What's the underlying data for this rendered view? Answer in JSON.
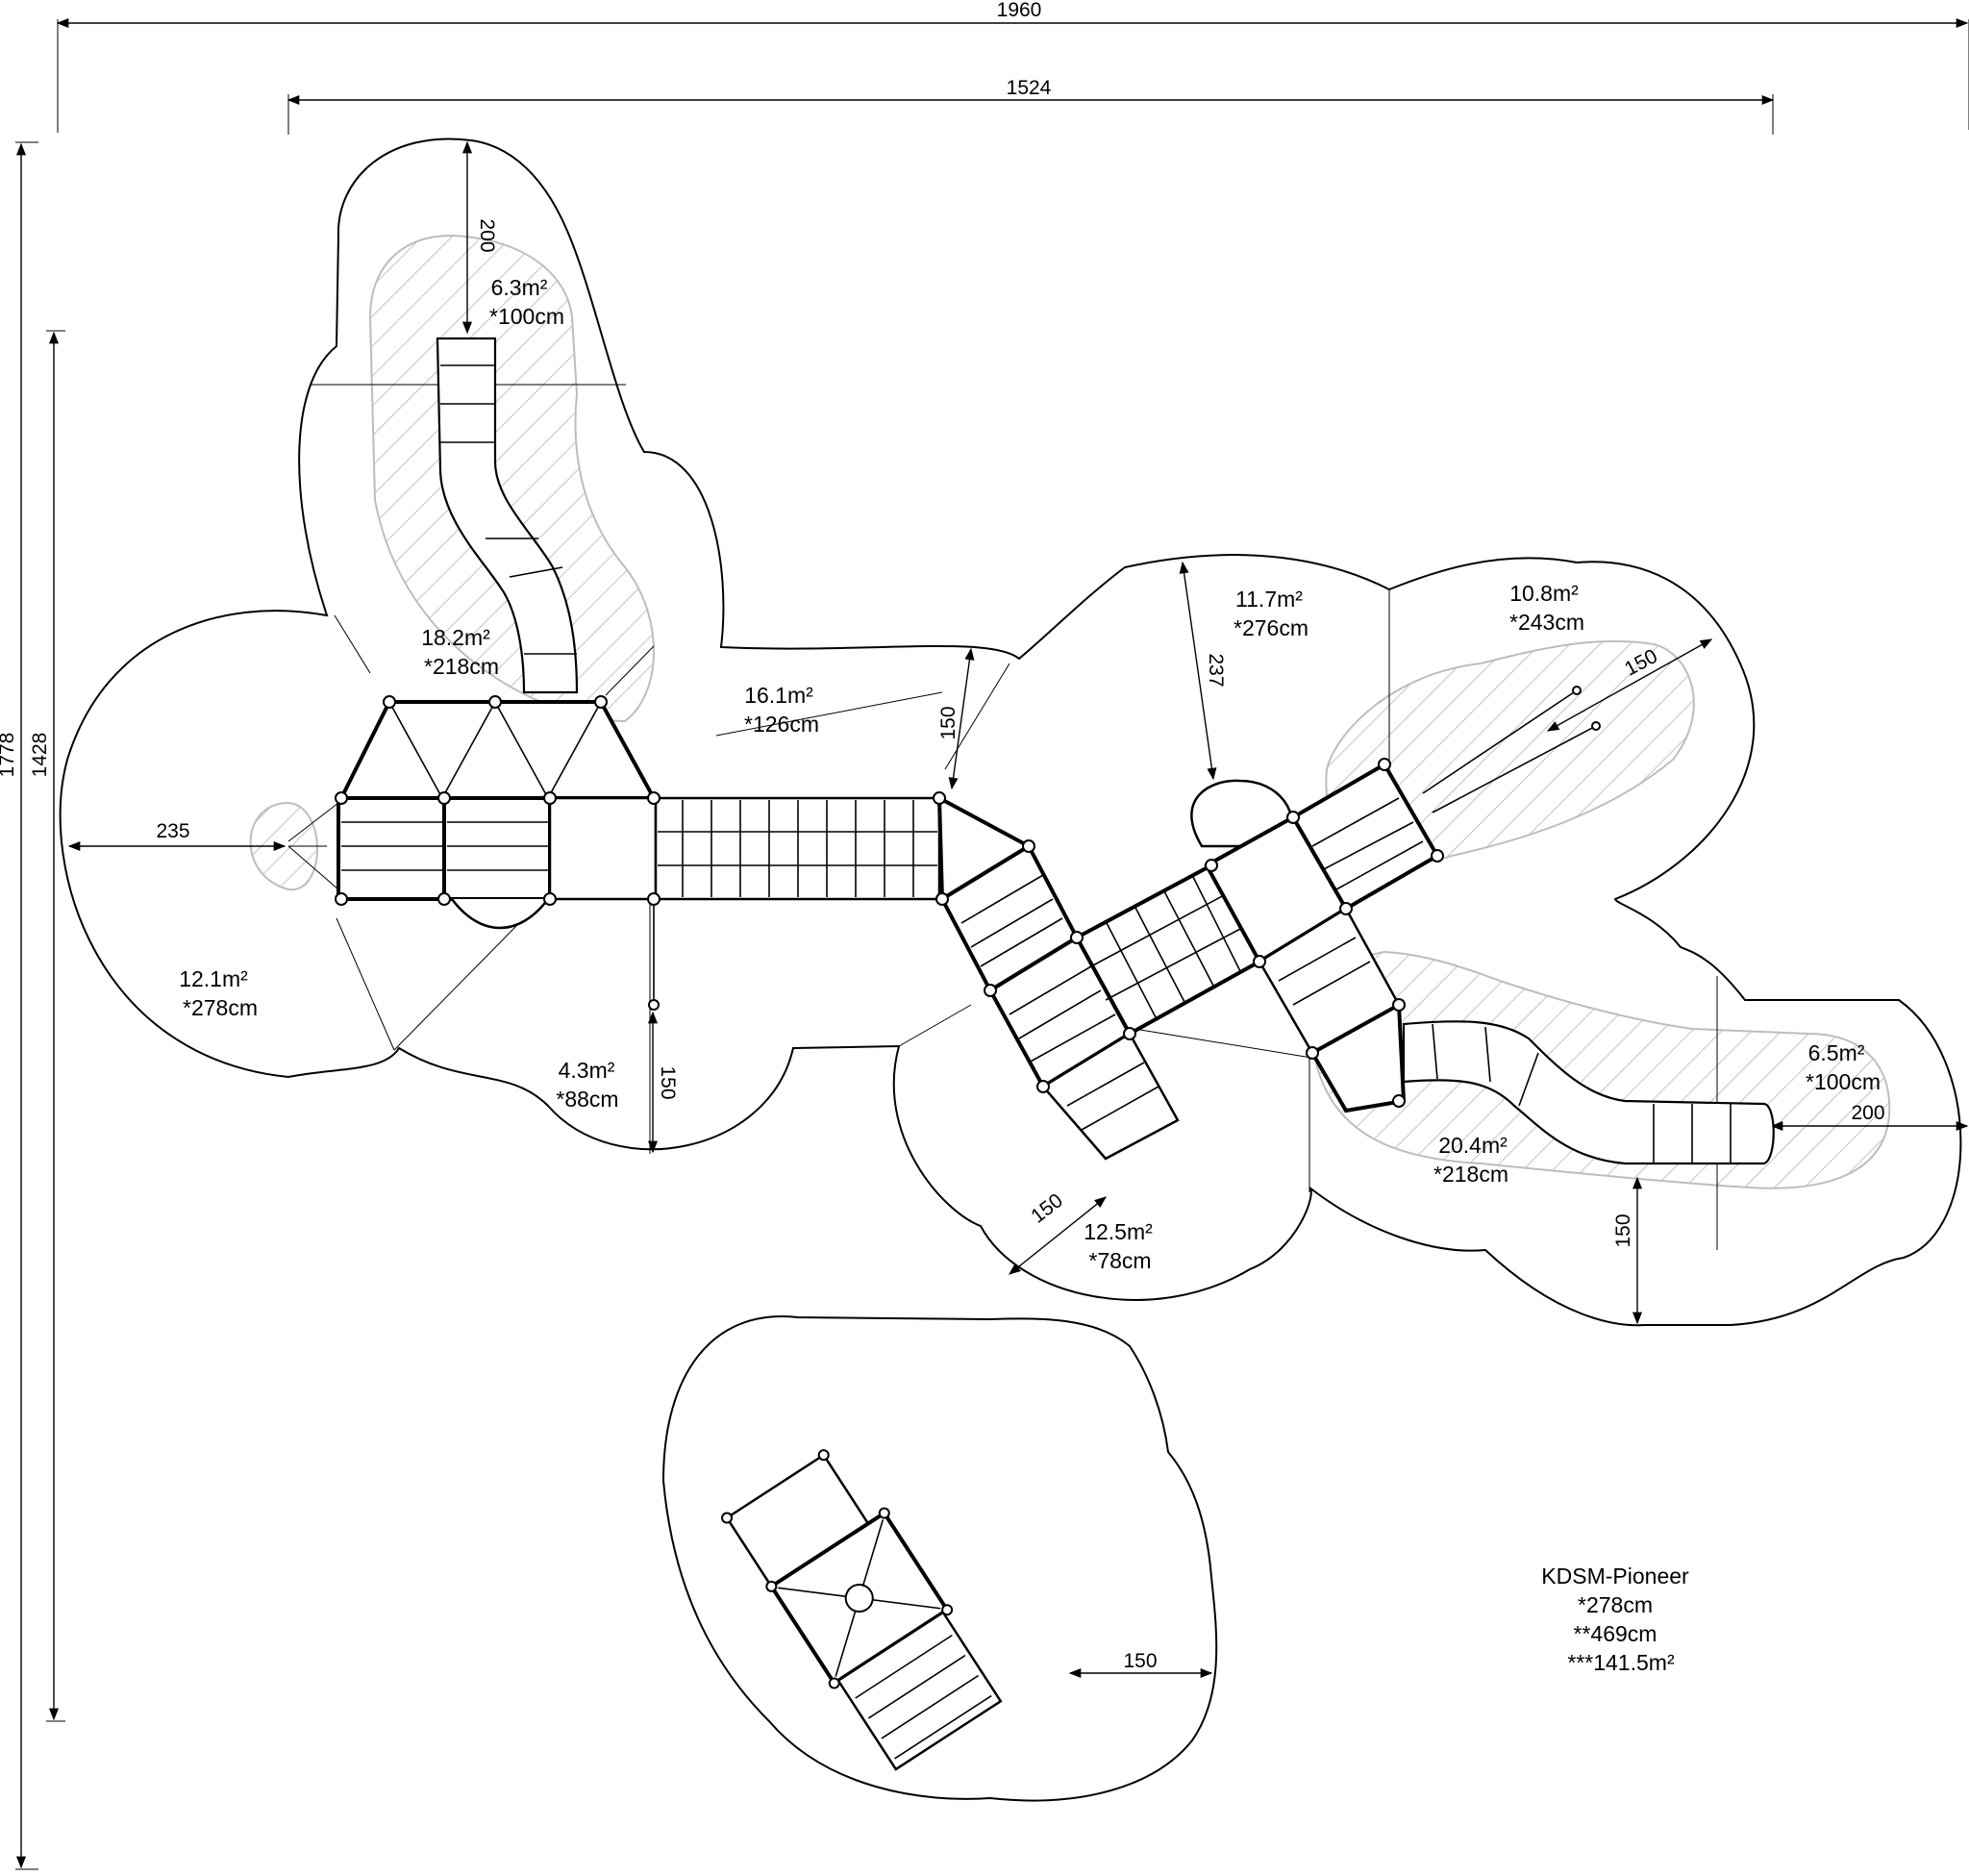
{
  "drawing": {
    "model": "KDSM-Pioneer",
    "legend": [
      "*278cm",
      "**469cm",
      "***141.5m²"
    ]
  },
  "dimensions": {
    "overall_width": "1960",
    "structure_width": "1524",
    "overall_height": "1778",
    "structure_height": "1428",
    "top_slide_clearance": "200",
    "left_clearance": "235",
    "bridge_clearance": "150",
    "lower_clearance": "150",
    "center_clearance": "237",
    "right_upper_clearance": "150",
    "right_slide_clearance": "200",
    "right_lower_clearance": "150",
    "small_unit_side_clearance": "150",
    "small_unit_bottom_clearance": "150"
  },
  "zones": {
    "top_slide": {
      "area": "6.3m²",
      "height": "*100cm"
    },
    "upper_left": {
      "area": "18.2m²",
      "height": "*218cm"
    },
    "bridge_top": {
      "area": "16.1m²",
      "height": "*126cm"
    },
    "center_top": {
      "area": "11.7m²",
      "height": "*276cm"
    },
    "right_top": {
      "area": "10.8m²",
      "height": "*243cm"
    },
    "left": {
      "area": "12.1m²",
      "height": "*278cm"
    },
    "bottom_left": {
      "area": "4.3m²",
      "height": "*88cm"
    },
    "right_slide": {
      "area": "6.5m²",
      "height": "*100cm"
    },
    "right_bottom": {
      "area": "20.4m²",
      "height": "*218cm"
    },
    "center_bottom": {
      "area": "12.5m²",
      "height": "*78cm"
    }
  }
}
